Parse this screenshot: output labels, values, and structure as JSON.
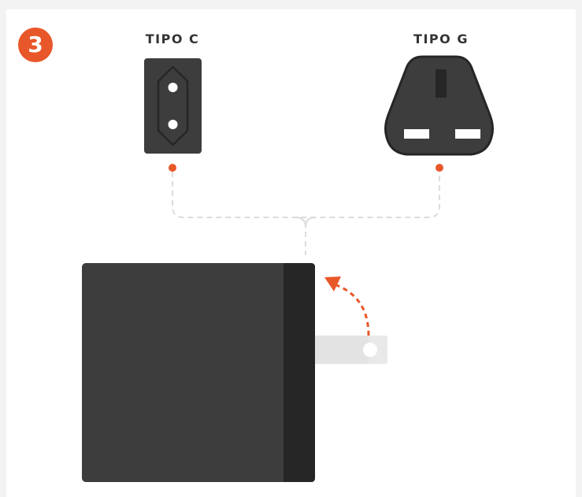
{
  "step": {
    "number": "3",
    "badge_color": "#e8572a"
  },
  "plugs": [
    {
      "label": "TIPO C",
      "icon": "type-c-socket-icon"
    },
    {
      "label": "TIPO G",
      "icon": "type-g-plug-icon"
    }
  ],
  "adapter": {
    "icon": "power-adapter-icon",
    "body_color": "#3d3d3d",
    "side_color": "#262626",
    "prong_icon": "folding-prong-icon",
    "arrow_icon": "rotate-arrow-icon",
    "arrow_color": "#e8572a"
  },
  "connector": {
    "icon": "dashed-connector-icon",
    "dot_color": "#e8572a",
    "line_color": "#dcdcdc"
  }
}
